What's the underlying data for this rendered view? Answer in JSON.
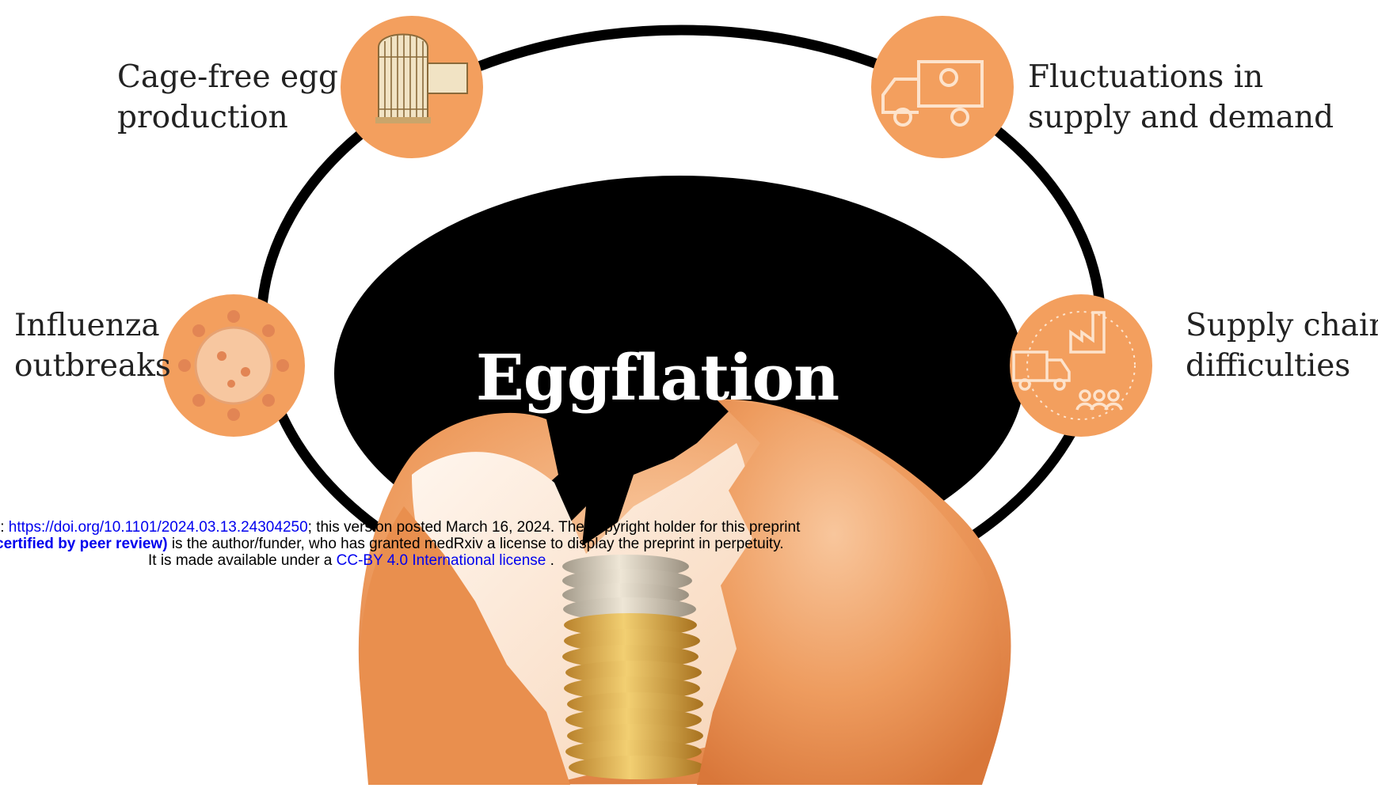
{
  "diagram": {
    "title": "Eggflation",
    "factors": [
      {
        "lines": [
          "Cage-free egg",
          "production"
        ]
      },
      {
        "lines": [
          "Influenza",
          "outbreaks"
        ]
      },
      {
        "lines": [
          "Fluctuations in",
          "supply and demand"
        ]
      },
      {
        "lines": [
          "Supply chain",
          "difficulties"
        ]
      }
    ],
    "icons": [
      "birdcage-icon",
      "virus-icon",
      "delivery-truck-icon",
      "supply-chain-icon"
    ],
    "colors": {
      "ring": "#000000",
      "icon_circle": "#f39f5e",
      "icon_line": "#fde3cc",
      "title_text": "#ffffff",
      "egg_shell": "#f0a36a",
      "coin": "#d9a441"
    }
  },
  "preprint_notice": {
    "row1_prefix": "i: ",
    "doi_link": "https://doi.org/10.1101/2024.03.13.24304250",
    "row1_suffix": "; this version posted March 16, 2024. The copyright holder for this preprint",
    "row2_bold": "certified by peer review)",
    "row2_rest": " is the author/funder, who has granted medRxiv a license to display the preprint in perpetuity.",
    "row3_prefix": "It is made available under a ",
    "license_link": "CC-BY 4.0 International license",
    "row3_suffix": " ."
  }
}
